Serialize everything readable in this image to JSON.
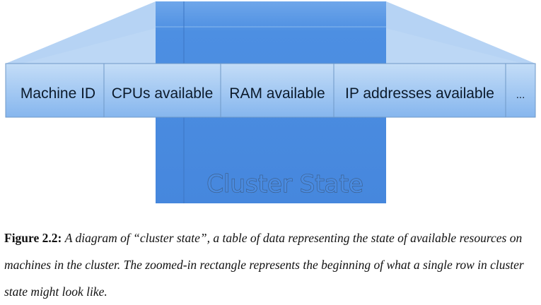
{
  "diagram": {
    "cluster_label": "Cluster State",
    "row_cells": [
      "Machine ID",
      "CPUs available",
      "RAM available",
      "IP addresses available",
      "..."
    ],
    "colors": {
      "cluster_fill": "#4a8be0",
      "cluster_top": "#7fb0ee",
      "row_fill_top": "#bcd8f6",
      "row_fill_bottom": "#8cbbef",
      "row_border": "#6f99c8",
      "zoom_fill": "#a9cbf2"
    }
  },
  "caption": {
    "label": "Figure 2.2:",
    "text": "A diagram of “cluster state”, a table of data representing the state of available resources on machines in the cluster. The zoomed-in rectangle represents the beginning of what a single row in cluster state might look like."
  }
}
